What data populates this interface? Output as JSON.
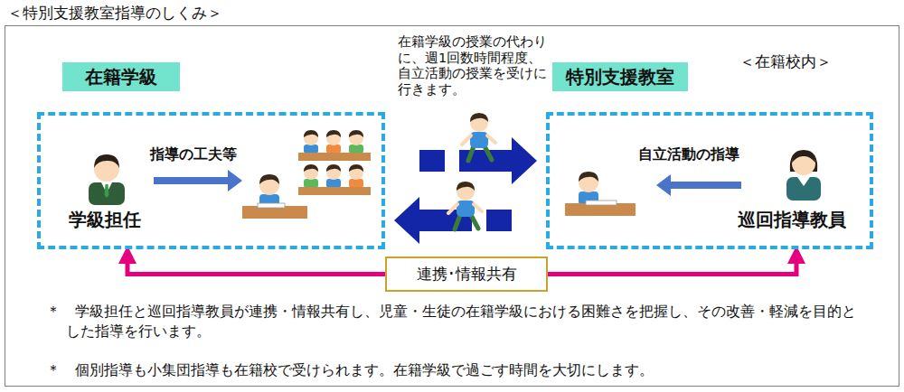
{
  "diagram": {
    "title": "＜特別支援教室指導のしくみ＞",
    "nodes": [
      {
        "text": [
          "＊　学級担任と巡回指導教員が連携・情報共有し、児童・生徒の在籍学級における困難さを把握し、その改善・軽減を目的とした指導を行います。",
          "＊　個別指導も小集団指導も在籍校で受けられます。在籍学級で過ごす時間を大切にします。"
        ]
      },
      {
        "text": [
          "在籍学級",
          "指導の工夫等",
          "学級担任"
        ],
        "in": 0
      },
      {
        "text": [
          "特別支援教室",
          "自立活動の指導",
          "巡回指導教員"
        ],
        "in": 0
      },
      {
        "text": [
          "連携･情報共有"
        ],
        "in": 0
      }
    ],
    "edges": [
      {
        "from": 1,
        "to": 2,
        "arrow": "to"
      },
      {
        "from": 2,
        "to": 1,
        "arrow": "to"
      },
      {
        "from": 3,
        "to": 1,
        "arrow": "to"
      },
      {
        "from": 3,
        "to": 2,
        "arrow": "to"
      }
    ],
    "labels": [
      "在籍学級の授業の代わりに、週1回数時間程度、自立活動の授業を受けに行きます。",
      "＜在籍校内＞"
    ]
  }
}
